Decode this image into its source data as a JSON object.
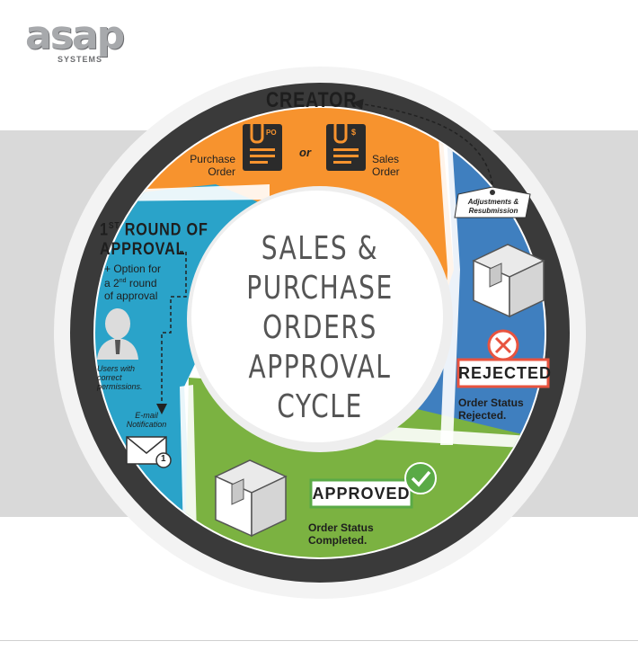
{
  "brand": {
    "logo_text": "asap",
    "logo_subtext": "SYSTEMS"
  },
  "center": {
    "lines": [
      "SALES &",
      "PURCHASE",
      "ORDERS",
      "APPROVAL",
      "CYCLE"
    ]
  },
  "creator": {
    "title": "CREATOR",
    "purchase_order_line1": "Purchase",
    "purchase_order_line2": "Order",
    "po_tag": "PO",
    "or_text": "or",
    "sales_order_line1": "Sales",
    "sales_order_line2": "Order",
    "so_tag": "$"
  },
  "first_round": {
    "title_prefix": "1",
    "title_super": "ST",
    "title_line1_rest": " ROUND OF",
    "title_line2": "APPROVAL",
    "option_line1": "+ Option for",
    "option_line2_a": "a 2",
    "option_line2_sup": "nd",
    "option_line2_b": " round",
    "option_line3": "of approval",
    "users_line1": "Users with",
    "users_line2": "correct",
    "users_line3": "permissions.",
    "email_line1": "E-mail",
    "email_line2": "Notification",
    "email_badge": "1"
  },
  "rejected": {
    "tag_line1": "Adjustments &",
    "tag_line2": "Resubmission",
    "label": "REJECTED",
    "status_line1": "Order Status",
    "status_line2": "Rejected."
  },
  "approved": {
    "label": "APPROVED",
    "status_line1": "Order Status",
    "status_line2": "Completed."
  },
  "colors": {
    "orange": "#f7932e",
    "blue": "#3f7fbf",
    "teal": "#2aa3c9",
    "green": "#7bb241",
    "ring": "#3a3a3a",
    "band": "#d9d9d9",
    "rejected_red": "#e8533f",
    "approved_green": "#5aaa46"
  }
}
